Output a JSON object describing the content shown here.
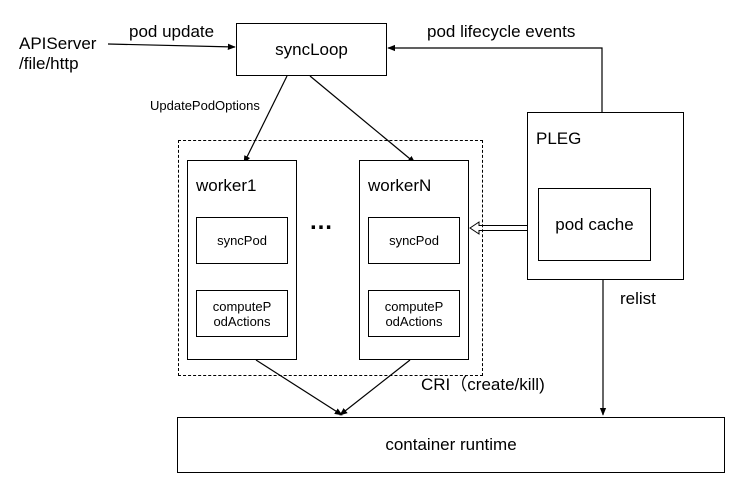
{
  "labels": {
    "source": "APIServer\n/file/http",
    "pod_update": "pod update",
    "sync_loop": "syncLoop",
    "pod_lifecycle_events": "pod lifecycle events",
    "update_pod_options": "UpdatePodOptions",
    "pleg": "PLEG",
    "pod_cache": "pod cache",
    "worker1": "worker1",
    "workerN": "workerN",
    "ellipsis": "…",
    "sync_pod_1": "syncPod",
    "sync_pod_n": "syncPod",
    "compute_pod_actions_1": "computeP\nodActions",
    "compute_pod_actions_n": "computeP\nodActions",
    "relist": "relist",
    "cri": "CRI（create/kill)",
    "container_runtime": "container runtime"
  },
  "colors": {
    "line": "#000000",
    "background": "#ffffff"
  }
}
